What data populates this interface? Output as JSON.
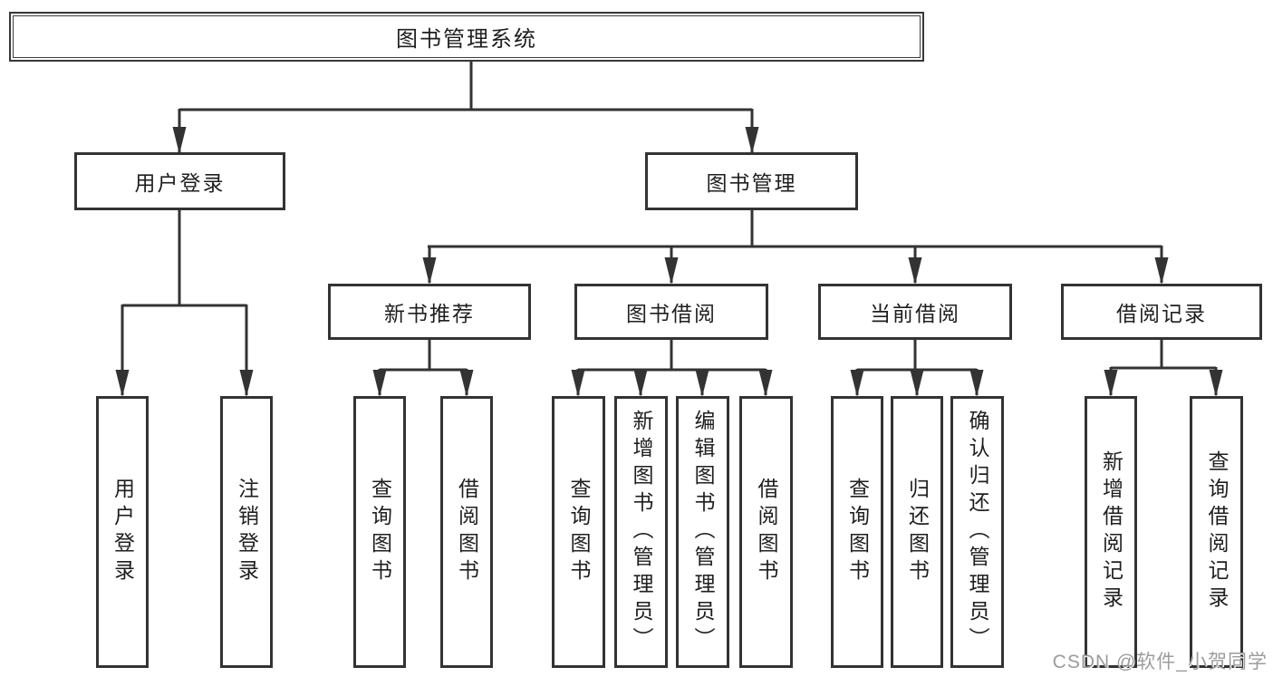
{
  "diagram": {
    "type": "hierarchy",
    "root": {
      "label": "图书管理系统"
    },
    "level2": [
      {
        "label": "用户登录",
        "parent": "图书管理系统"
      },
      {
        "label": "图书管理",
        "parent": "图书管理系统"
      }
    ],
    "level3": [
      {
        "label": "新书推荐",
        "parent": "图书管理"
      },
      {
        "label": "图书借阅",
        "parent": "图书管理"
      },
      {
        "label": "当前借阅",
        "parent": "图书管理"
      },
      {
        "label": "借阅记录",
        "parent": "图书管理"
      }
    ],
    "leaves": [
      {
        "label": "用户登录",
        "parent": "用户登录"
      },
      {
        "label": "注销登录",
        "parent": "用户登录"
      },
      {
        "label": "查询图书",
        "parent": "新书推荐"
      },
      {
        "label": "借阅图书",
        "parent": "新书推荐"
      },
      {
        "label": "查询图书",
        "parent": "图书借阅"
      },
      {
        "label": "新增图书（管理员）",
        "parent": "图书借阅"
      },
      {
        "label": "编辑图书（管理员）",
        "parent": "图书借阅"
      },
      {
        "label": "借阅图书",
        "parent": "图书借阅"
      },
      {
        "label": "查询图书",
        "parent": "当前借阅"
      },
      {
        "label": "归还图书",
        "parent": "当前借阅"
      },
      {
        "label": "确认归还（管理员）",
        "parent": "当前借阅"
      },
      {
        "label": "新增借阅记录",
        "parent": "借阅记录"
      },
      {
        "label": "查询借阅记录",
        "parent": "借阅记录"
      }
    ],
    "colors": {
      "line": "#333333",
      "border": "#333333",
      "text": "#1f1f1f",
      "background": "#ffffff"
    }
  },
  "watermark": {
    "text": "CSDN @软件_小贺同学",
    "color": "#9c9c9c"
  }
}
